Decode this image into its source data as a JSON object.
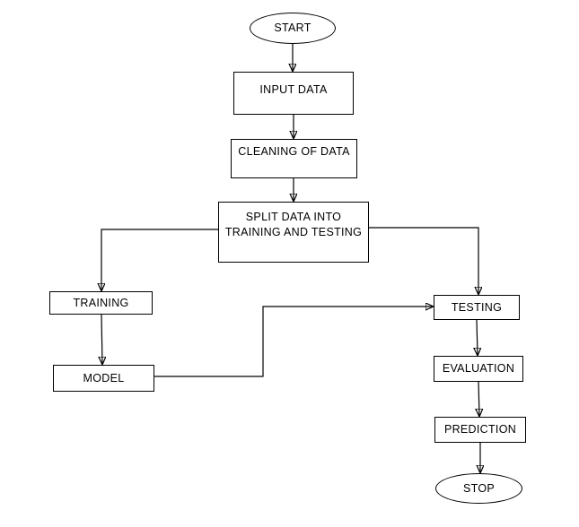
{
  "diagram": {
    "type": "flowchart",
    "colors": {
      "stroke": "#000000",
      "fill": "#ffffff",
      "text": "#000000",
      "background": "#ffffff"
    },
    "nodes": {
      "start": {
        "label": "START",
        "shape": "terminator"
      },
      "input_data": {
        "label": "INPUT DATA",
        "shape": "process"
      },
      "cleaning": {
        "label": "CLEANING OF DATA",
        "shape": "process"
      },
      "split": {
        "label_line1": "SPLIT DATA INTO",
        "label_line2": "TRAINING AND TESTING",
        "shape": "process"
      },
      "training": {
        "label": "TRAINING",
        "shape": "process"
      },
      "model": {
        "label": "MODEL",
        "shape": "process"
      },
      "testing": {
        "label": "TESTING",
        "shape": "process"
      },
      "evaluation": {
        "label": "EVALUATION",
        "shape": "process"
      },
      "prediction": {
        "label": "PREDICTION",
        "shape": "process"
      },
      "stop": {
        "label": "STOP",
        "shape": "terminator"
      }
    },
    "edges": [
      {
        "from": "START",
        "to": "INPUT DATA"
      },
      {
        "from": "INPUT DATA",
        "to": "CLEANING OF DATA"
      },
      {
        "from": "CLEANING OF DATA",
        "to": "SPLIT DATA INTO TRAINING AND TESTING"
      },
      {
        "from": "SPLIT DATA INTO TRAINING AND TESTING",
        "to": "TRAINING"
      },
      {
        "from": "SPLIT DATA INTO TRAINING AND TESTING",
        "to": "TESTING"
      },
      {
        "from": "TRAINING",
        "to": "MODEL"
      },
      {
        "from": "MODEL",
        "to": "TESTING"
      },
      {
        "from": "TESTING",
        "to": "EVALUATION"
      },
      {
        "from": "EVALUATION",
        "to": "PREDICTION"
      },
      {
        "from": "PREDICTION",
        "to": "STOP"
      }
    ]
  }
}
